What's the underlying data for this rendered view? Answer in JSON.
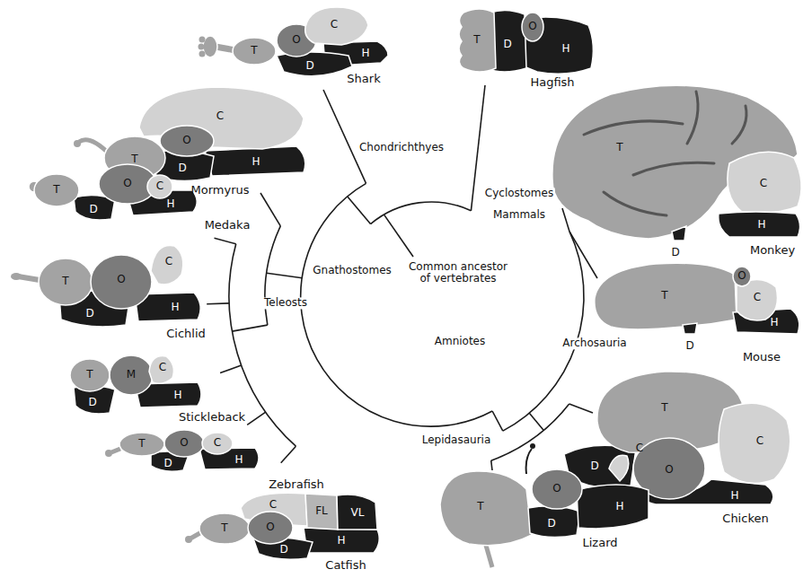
{
  "diagram": {
    "labels": [
      "C",
      "O",
      "T",
      "H",
      "D",
      "Shark",
      "T",
      "D",
      "O",
      "H",
      "Hagfish",
      "C",
      "O",
      "T",
      "D",
      "H",
      "Mormyrus",
      "T",
      "O",
      "C",
      "D",
      "H",
      "Medaka",
      "T",
      "O",
      "C",
      "H",
      "D",
      "Cichlid",
      "T",
      "M",
      "C",
      "D",
      "H",
      "Stickleback",
      "T",
      "O",
      "C",
      "D",
      "H",
      "Zebrafish",
      "C",
      "FL",
      "VL",
      "T",
      "O",
      "H",
      "D",
      "Catfish",
      "T",
      "C",
      "H",
      "D",
      "Monkey",
      "T",
      "O",
      "C",
      "H",
      "D",
      "Mouse",
      "T",
      "C",
      "D",
      "O",
      "H",
      "Chicken",
      "T",
      "O",
      "C",
      "D",
      "H",
      "Lizard",
      "Chondrichthyes",
      "Cyclostomes",
      "Mammals",
      "Gnathostomes",
      "Common ancestor of vertebrates",
      "Teleosts",
      "Amniotes",
      "Archosauria",
      "Lepidasauria"
    ]
  }
}
